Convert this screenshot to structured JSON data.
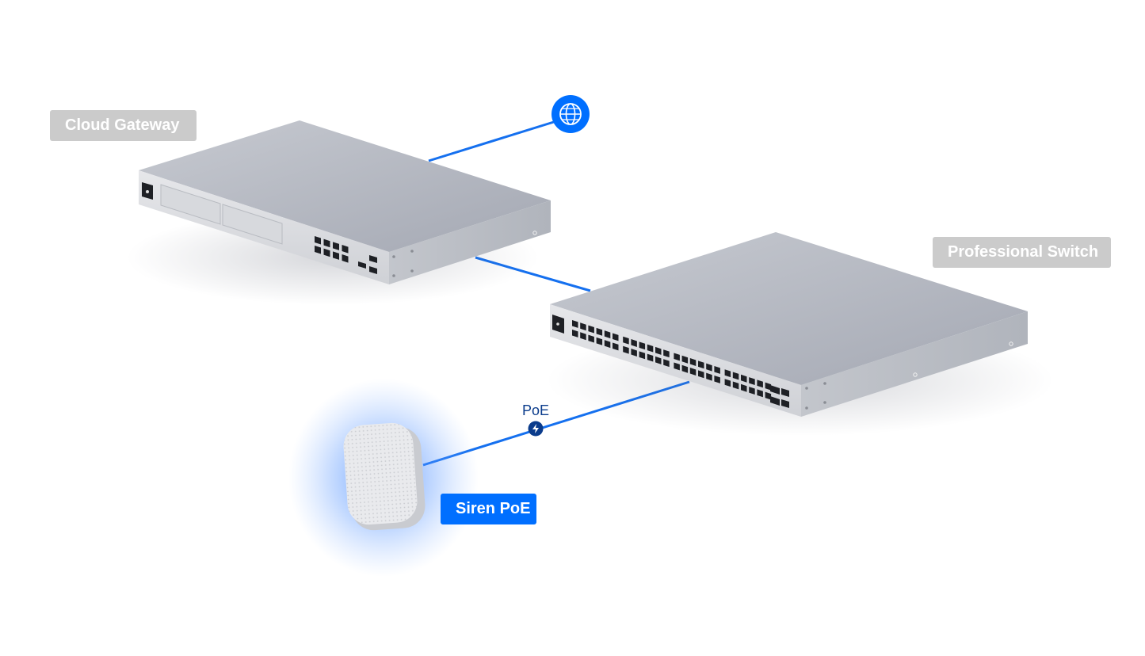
{
  "devices": {
    "gateway": {
      "label": "Cloud Gateway",
      "active": false
    },
    "switch": {
      "label": "Professional Switch",
      "active": false
    },
    "siren": {
      "label": "Siren PoE",
      "active": true
    }
  },
  "links": {
    "internet": {
      "icon": "globe-icon"
    },
    "poe": {
      "label": "PoE",
      "icon": "lightning-bolt-icon"
    }
  },
  "colors": {
    "link": "#1570ef",
    "accent": "#006fff",
    "inactive_label_bg": "#cbcbcb",
    "device_top": "#b8bbc3",
    "device_front": "#dcdde1",
    "poe_badge": "#0b3c8c"
  }
}
